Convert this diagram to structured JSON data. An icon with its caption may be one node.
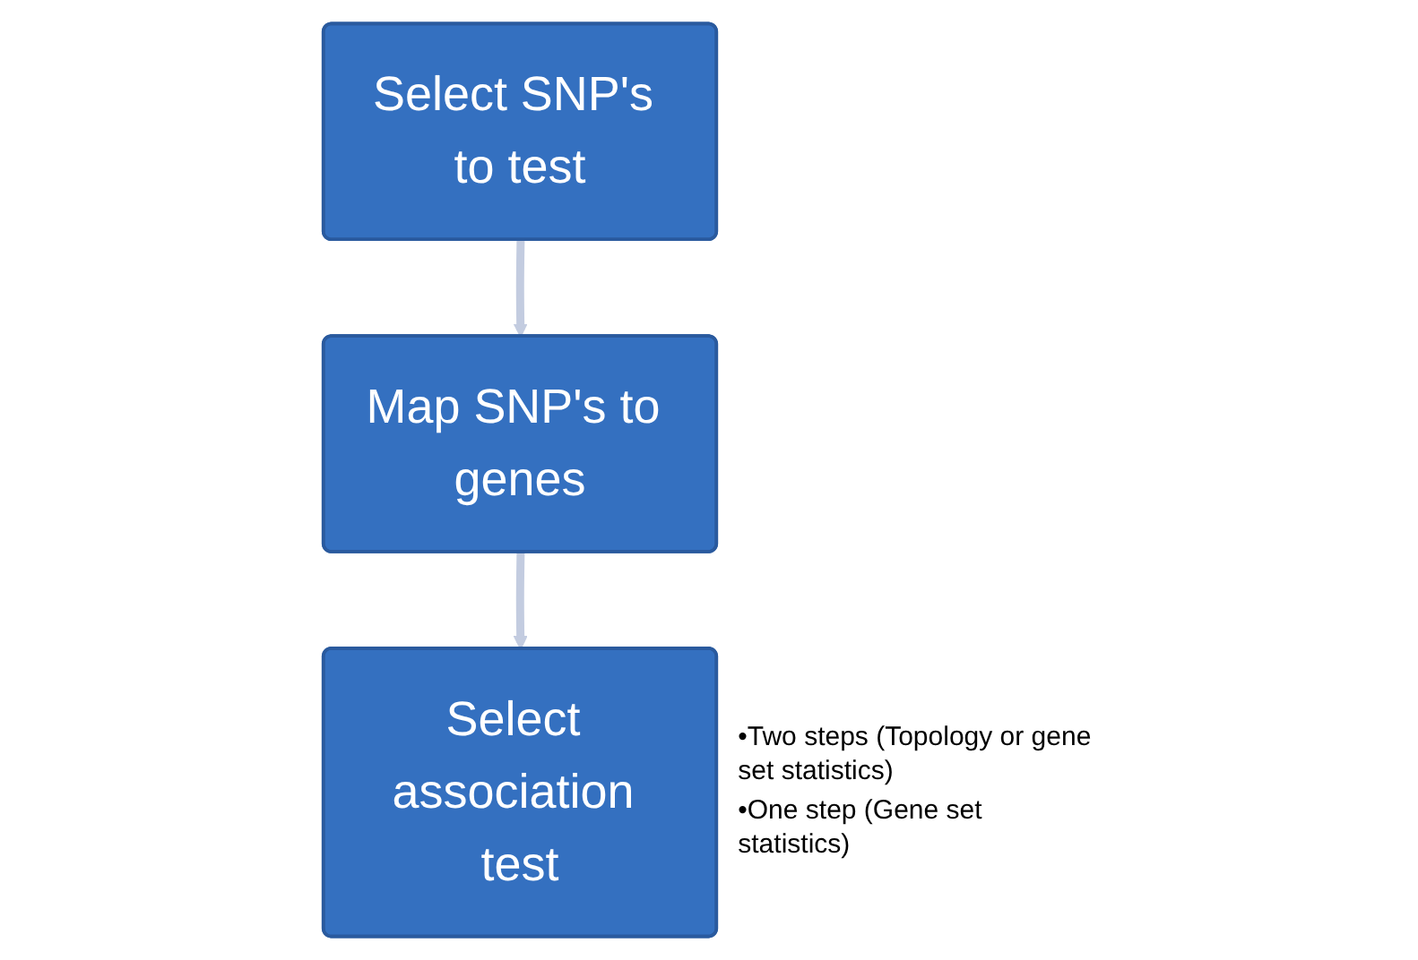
{
  "diagram": {
    "nodes": [
      {
        "text": [
          "Select SNP's to test"
        ]
      },
      {
        "text": [
          "Map SNP's to genes"
        ]
      },
      {
        "text": [
          "Select association test"
        ],
        "beside": [
          "•Two steps (Topology or gene set statistics)",
          "•One step (Gene set statistics)"
        ]
      }
    ],
    "edges": [
      {
        "from": 0,
        "to": 1,
        "arrow": "to"
      },
      {
        "from": 1,
        "to": 2,
        "arrow": "to"
      }
    ]
  }
}
